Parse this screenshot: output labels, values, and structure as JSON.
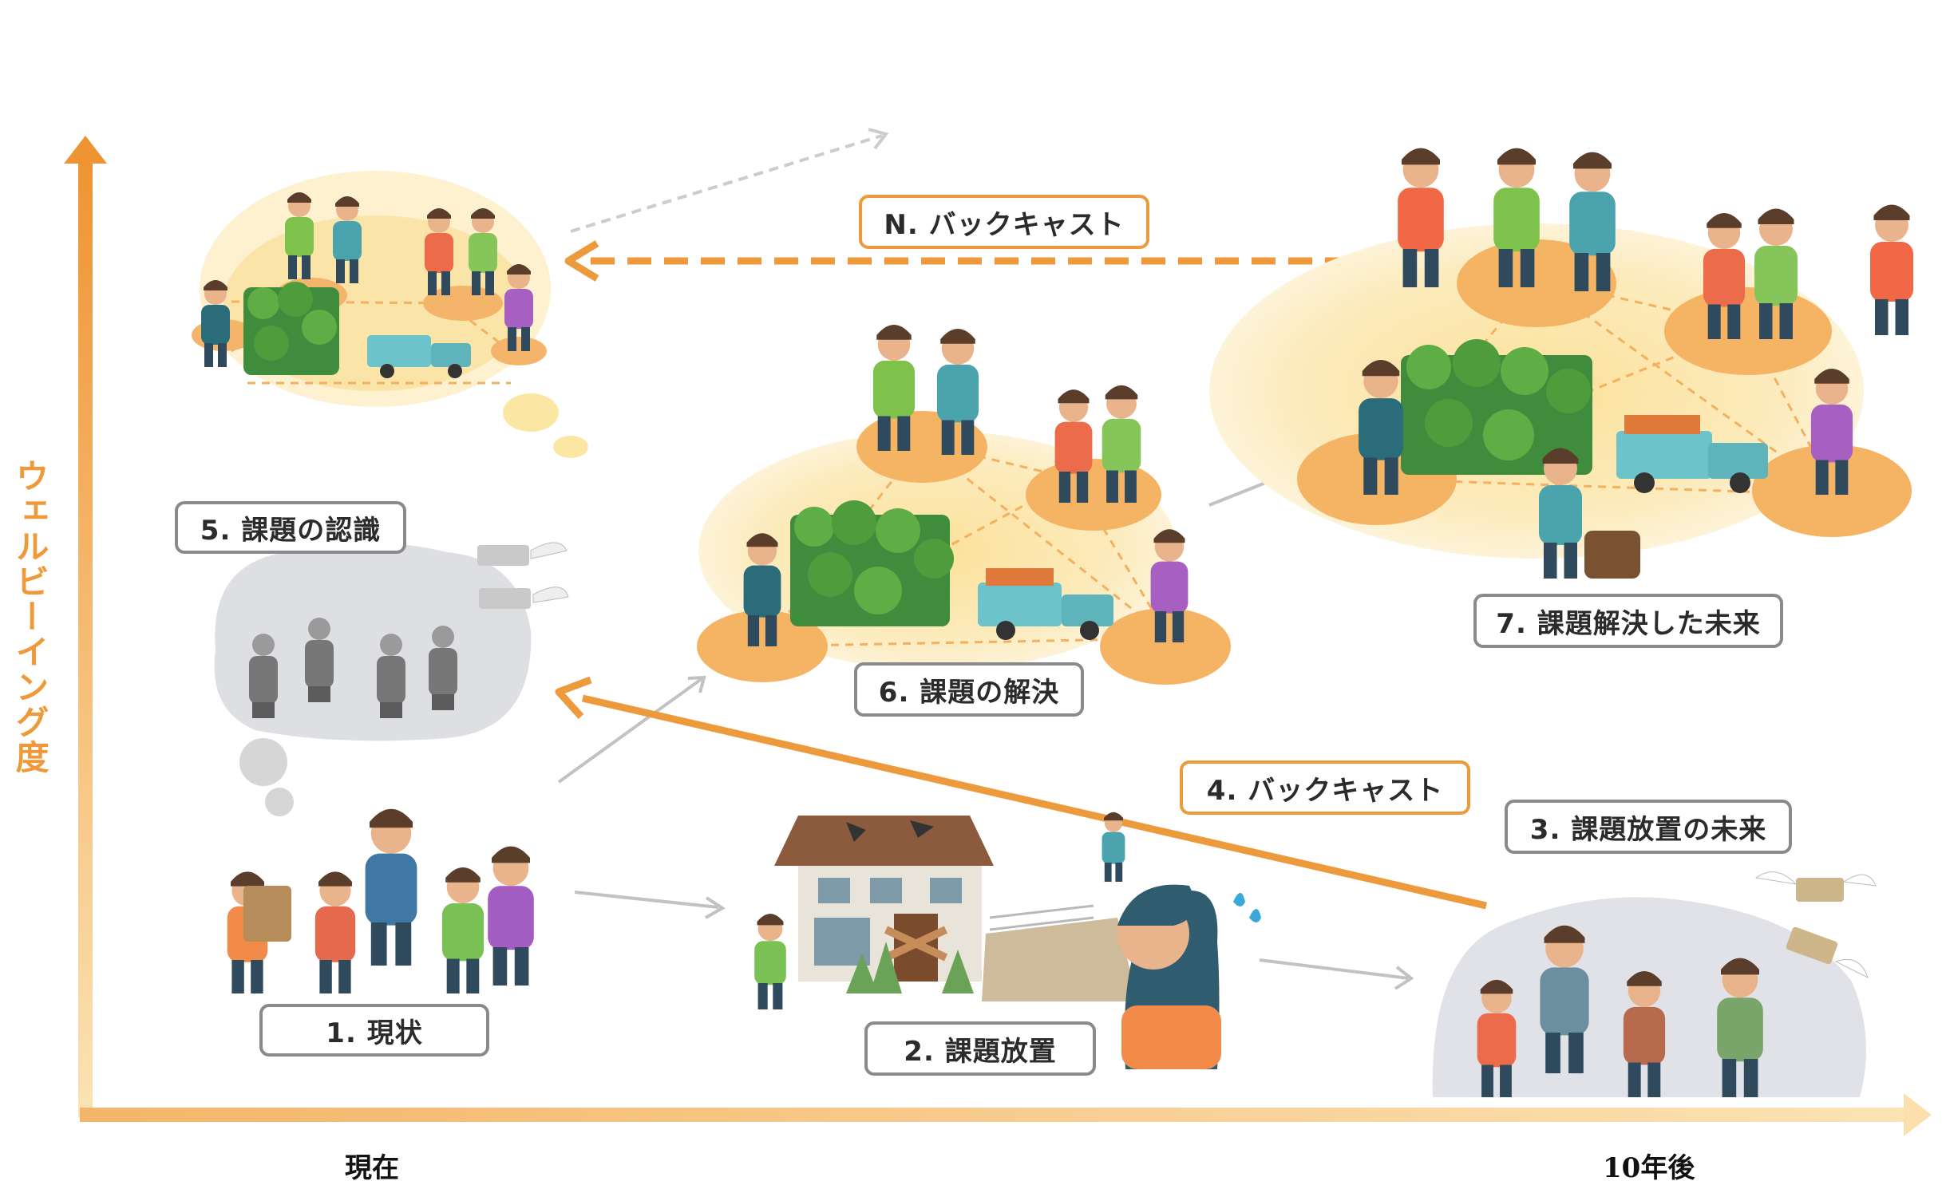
{
  "axes": {
    "y_label": "ウェルビーイング度",
    "x_start": "現在",
    "x_end": "10年後"
  },
  "labels": {
    "s1": "1. 現状",
    "s2": "2. 課題放置",
    "s3": "3. 課題放置の未来",
    "s4": "4. バックキャスト",
    "s5": "5. 課題の認識",
    "s6": "6. 課題の解決",
    "s7": "7. 課題解決した未来",
    "sn": "N. バックキャスト"
  },
  "colors": {
    "axis": "#f0a040",
    "highlight": "#ec9a3c",
    "label_border": "#8a8a8a",
    "node": "#f5b464",
    "community_glow": "#fbeab7",
    "arrow_gray": "#bdbdbd",
    "worry_bubble": "#e0e2e8"
  }
}
